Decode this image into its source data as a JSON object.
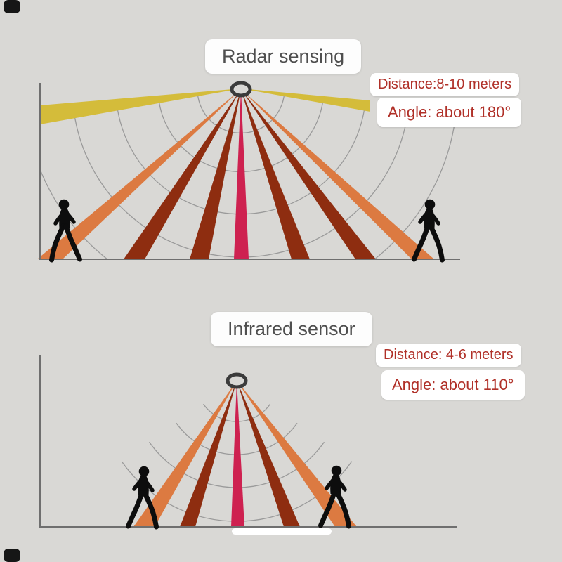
{
  "colors": {
    "bg": "#d9d8d5",
    "beam_yellow": "#d4bc3a",
    "beam_orange": "#dc7a41",
    "beam_maroon": "#8e2d10",
    "beam_crimson": "#ce2150",
    "label_red": "#b03028",
    "title_text": "#4f4f4f",
    "axis": "#6f6f6f",
    "arc": "#9a9a9a",
    "silhouette": "#0d0d0d"
  },
  "radar": {
    "title": "Radar sensing",
    "distance_label": "Distance:8-10 meters",
    "angle_label": "Angle: about 180°"
  },
  "infrared": {
    "title": "Infrared sensor",
    "distance_label": "Distance: 4-6 meters",
    "angle_label": "Angle: about 110°"
  }
}
